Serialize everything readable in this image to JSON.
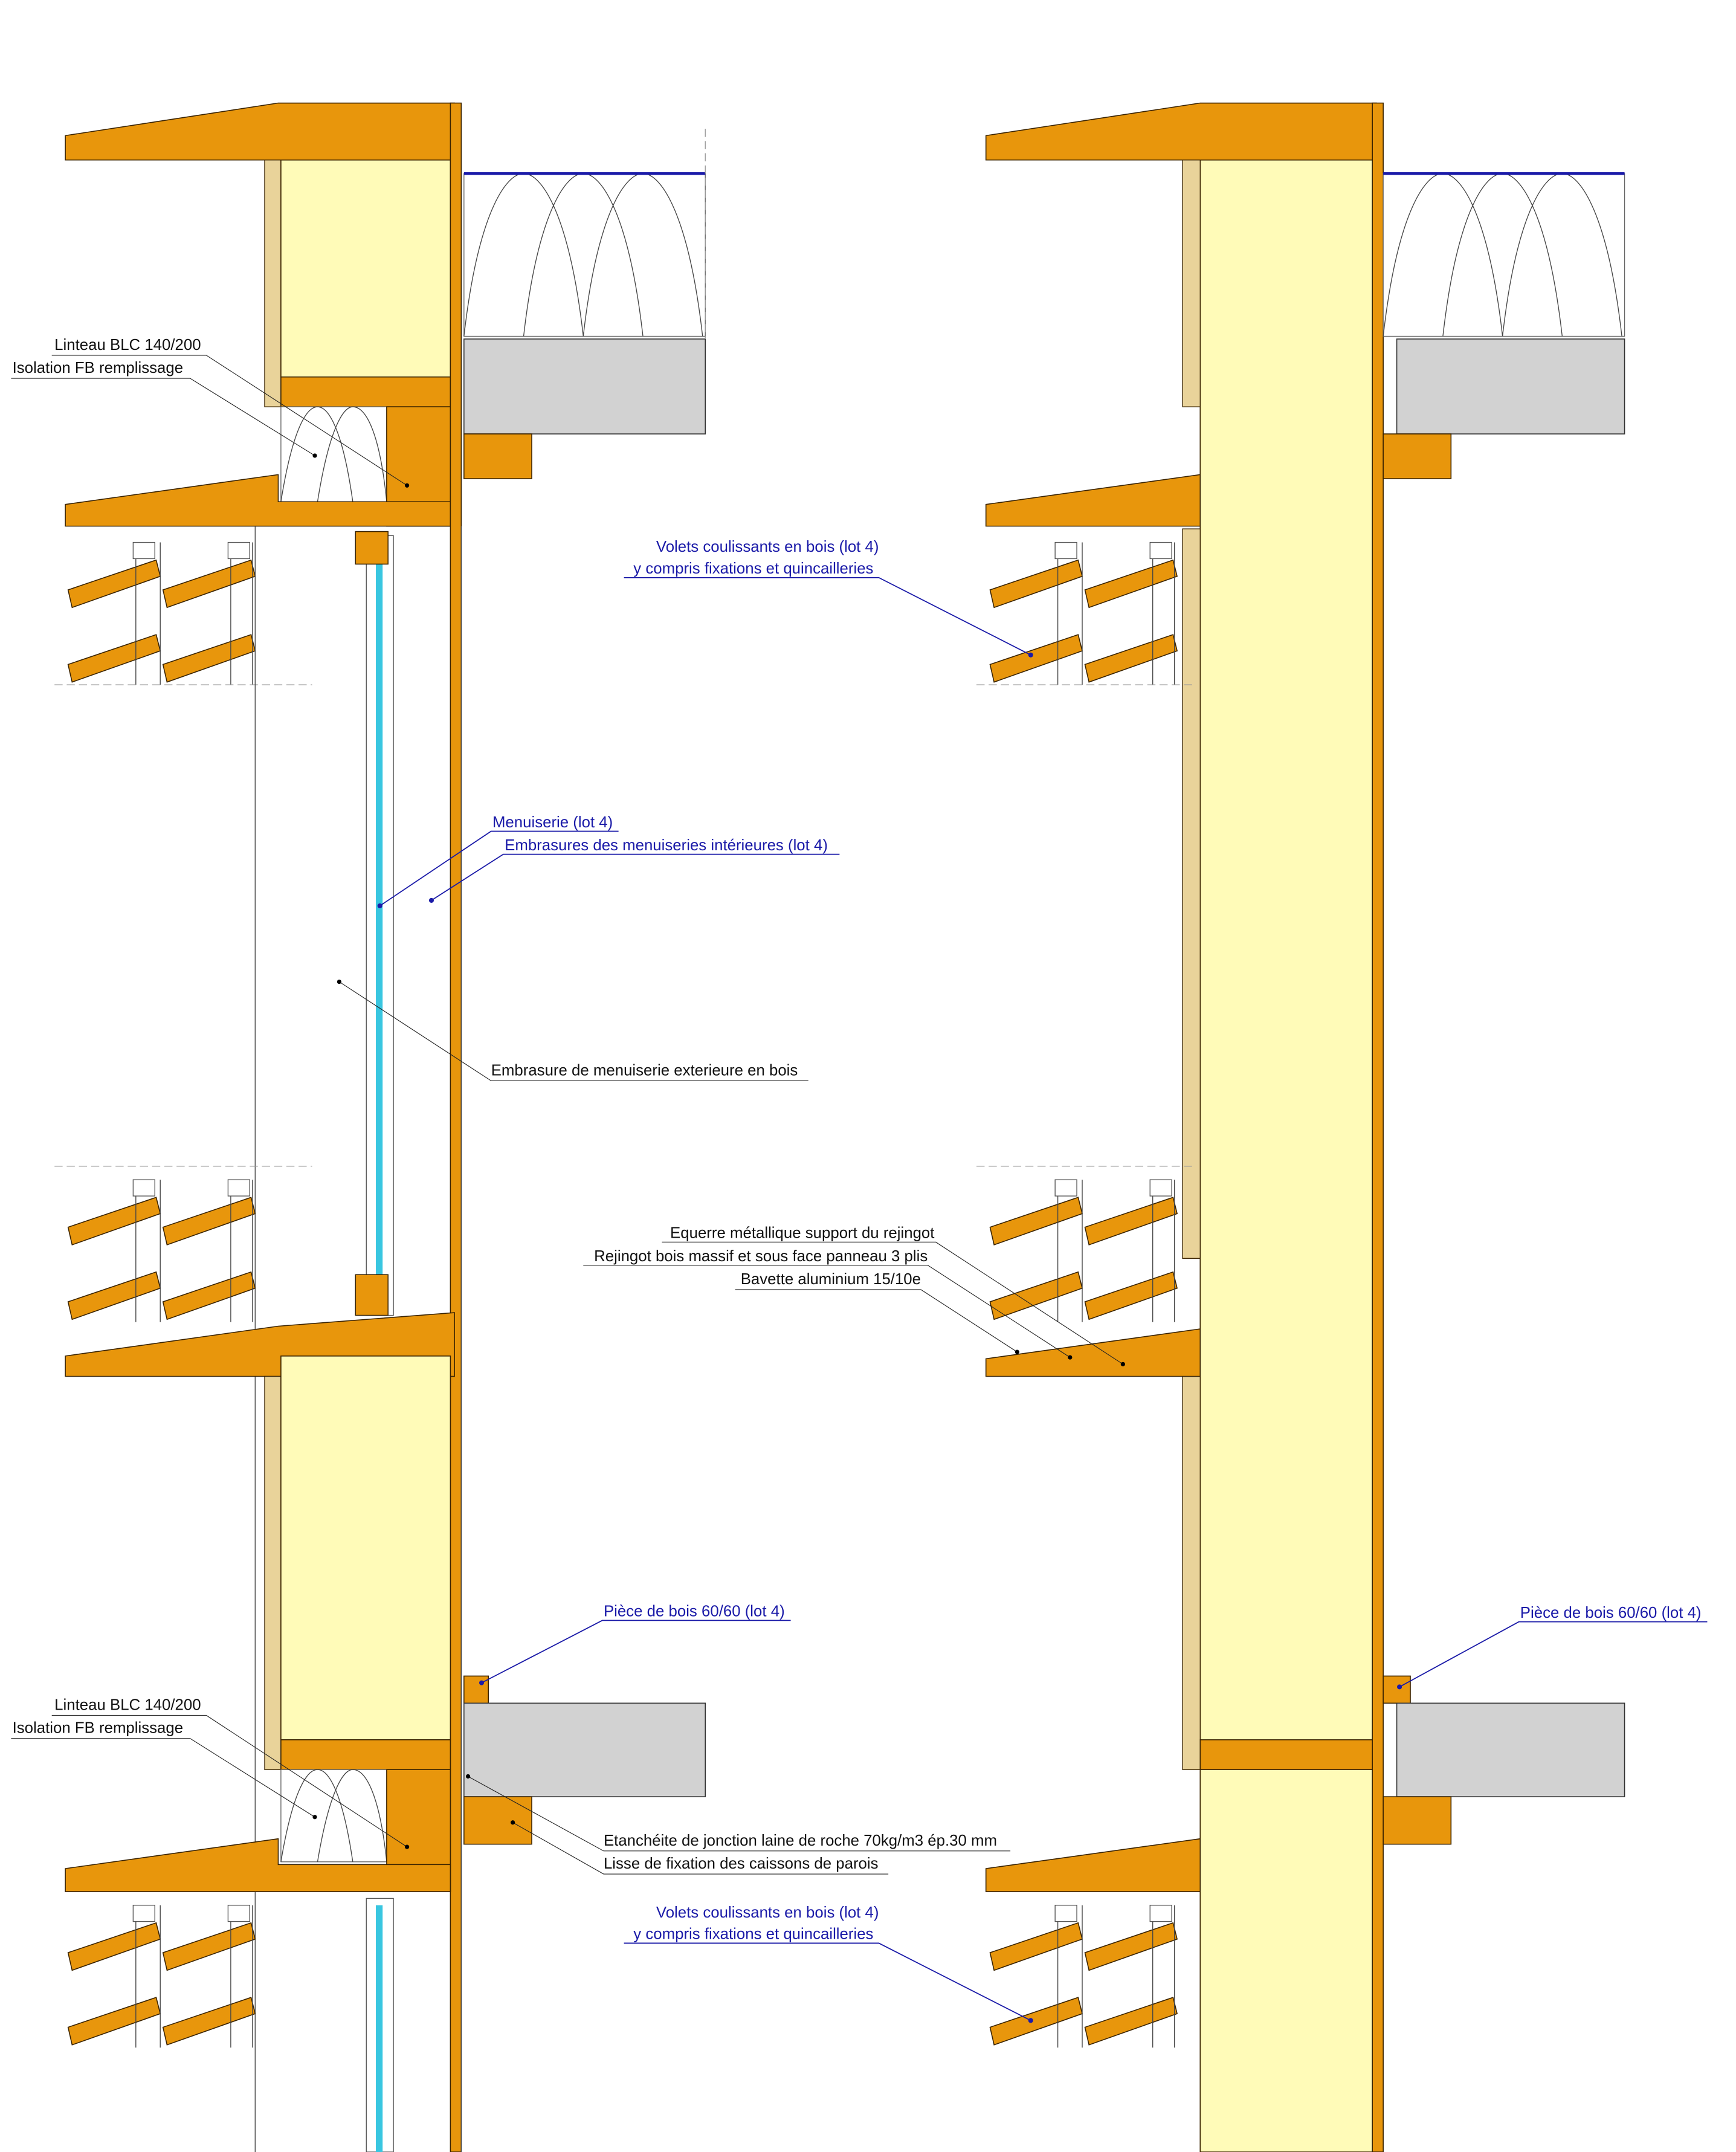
{
  "labels": {
    "linteau_top": "Linteau BLC 140/200",
    "isolation_top": "Isolation FB remplissage",
    "volets_top_1": "Volets coulissants en bois (lot 4)",
    "volets_top_2": "y compris fixations et quincailleries",
    "menuiserie": "Menuiserie (lot 4)",
    "embrasures_int": "Embrasures des menuiseries intérieures (lot 4)",
    "embrasure_ext": "Embrasure de menuiserie exterieure en bois",
    "equerre": "Equerre métallique support du rejingot",
    "rejingot": "Rejingot bois massif et sous face panneau 3 plis",
    "bavette": "Bavette aluminium 15/10e",
    "piece_left": "Pièce de bois 60/60 (lot 4)",
    "piece_right": "Pièce de bois 60/60 (lot 4)",
    "linteau_bottom": "Linteau BLC 140/200",
    "isolation_bottom": "Isolation FB remplissage",
    "etancheite": "Etanchéite de jonction laine de roche 70kg/m3 ép.30 mm",
    "lisse": "Lisse de fixation des caissons de parois",
    "volets_bottom_1": "Volets coulissants en bois (lot 4)",
    "volets_bottom_2": "y compris fixations et quincailleries"
  },
  "colors": {
    "wood": "#E8960C",
    "insulation": "#FFFBB8",
    "concrete": "#D2D2D2",
    "glass": "#39C6E0",
    "annotation_blue": "#1a1aa8"
  }
}
